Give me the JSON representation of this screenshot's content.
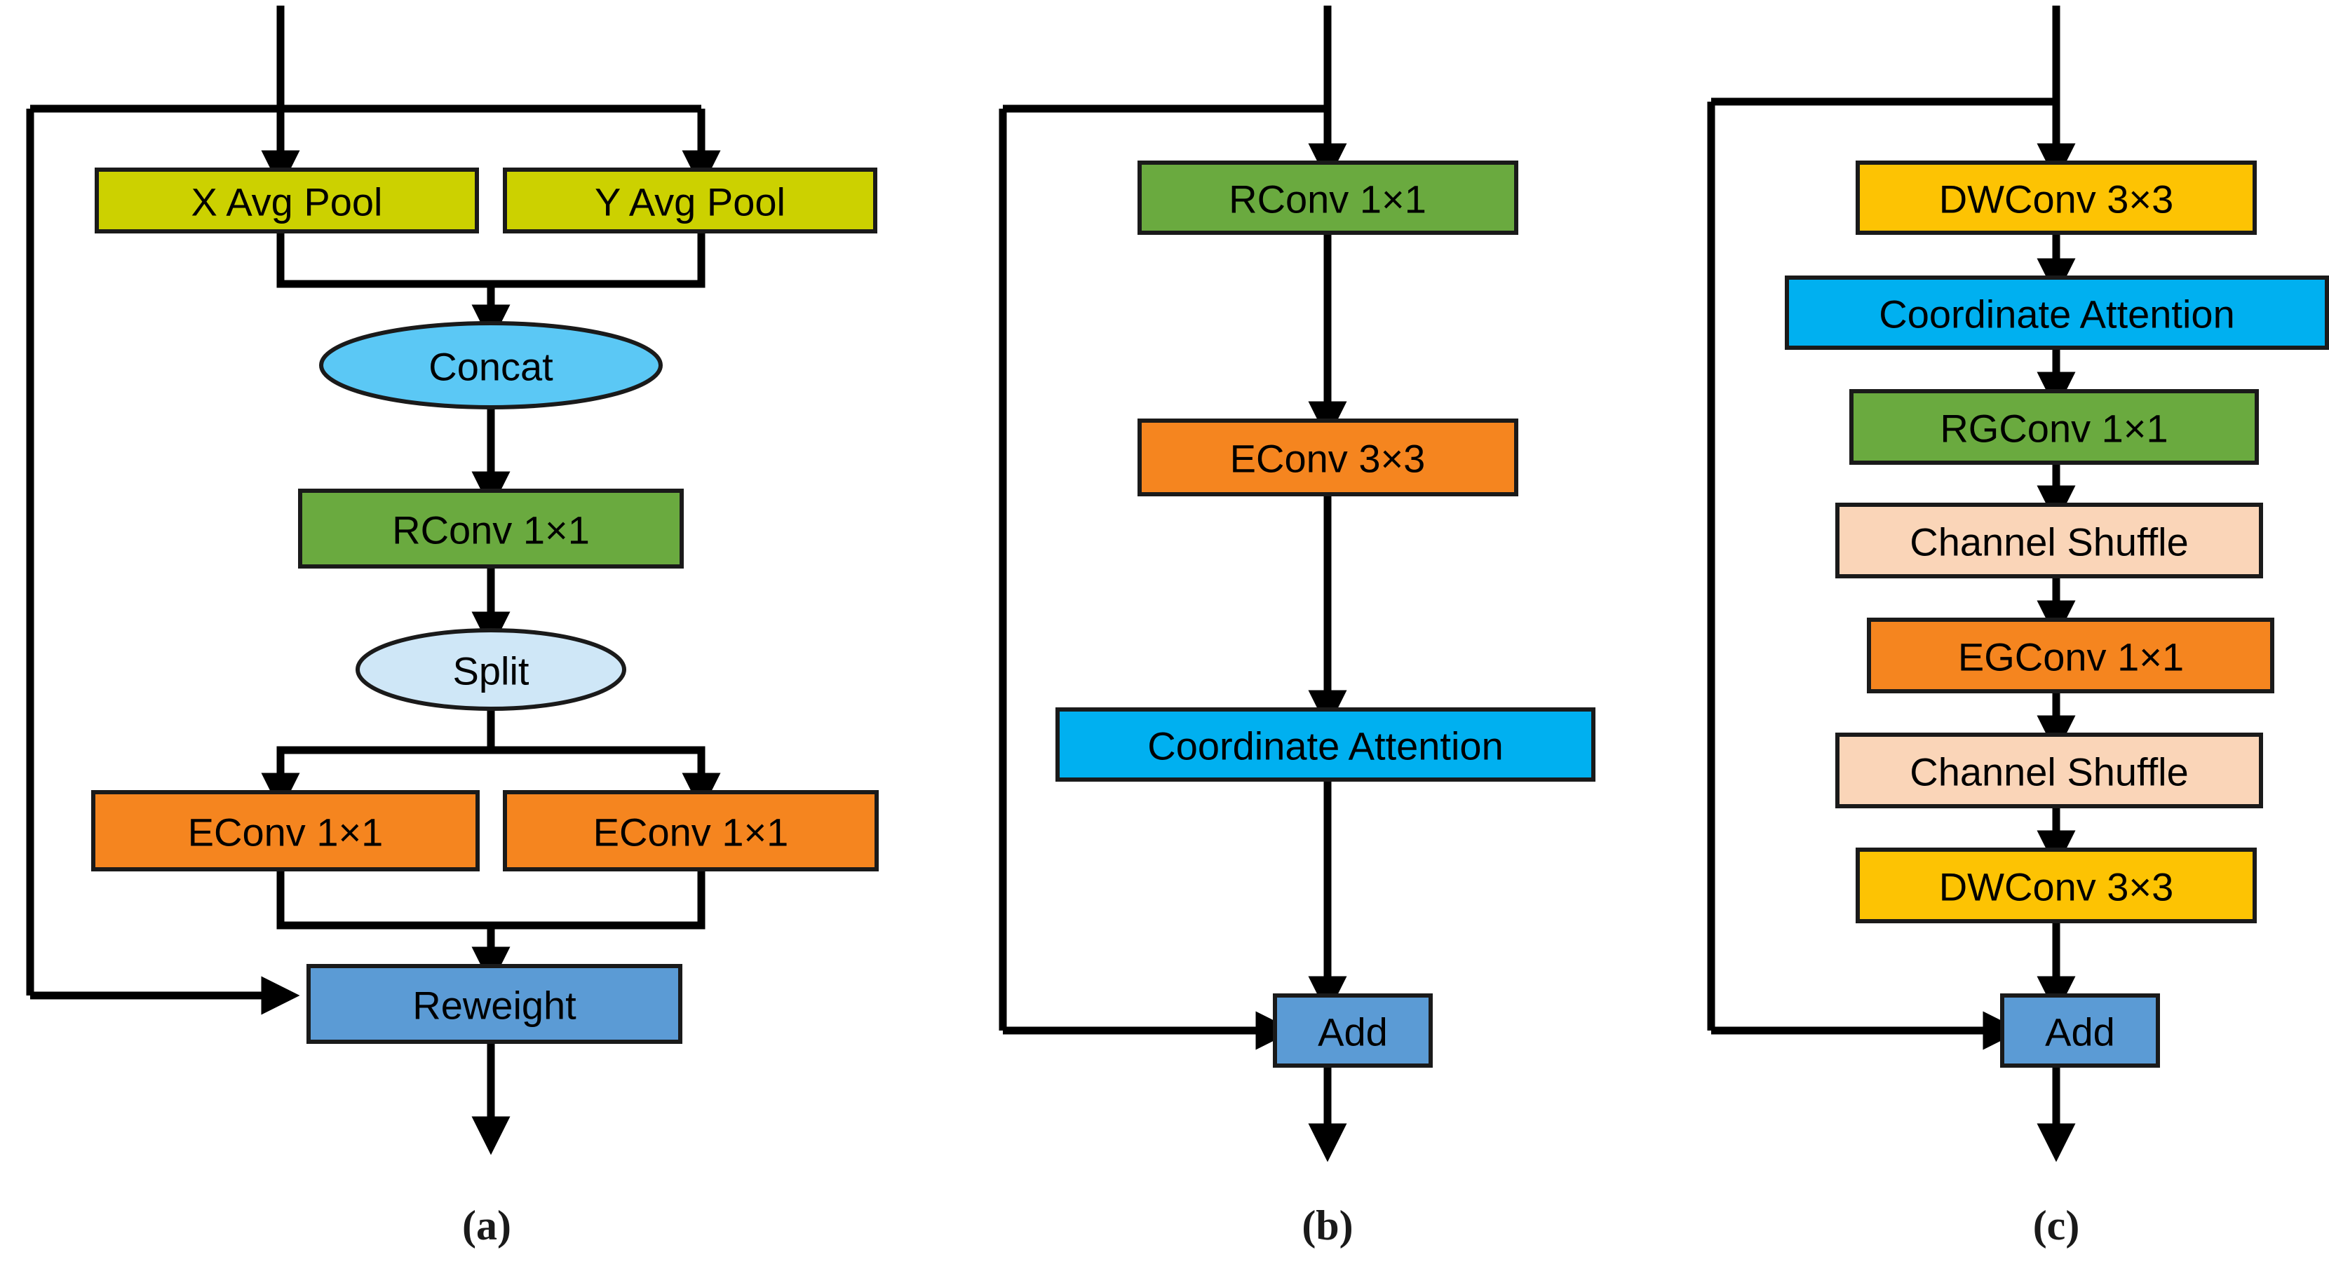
{
  "figure": {
    "type": "diagram",
    "description": "Three neural-network block architecture diagrams shown side by side",
    "background": "#ffffff",
    "panel_labels": [
      "(a)",
      "(b)",
      "(c)"
    ]
  },
  "palette": {
    "olive_yellow": "#ccd100",
    "sky_blue": "#5bc8f5",
    "light_blue": "#cfe7f7",
    "green": "#6aaa3f",
    "orange": "#f5851f",
    "steel_blue": "#5b9bd5",
    "cyan": "#00b0f0",
    "gold": "#fdc303",
    "peach": "#fad5b8",
    "outline": "#1a1a1a",
    "wire": "#000000"
  },
  "panels": [
    {
      "id": "a",
      "label": "(a)",
      "nodes": [
        {
          "id": "a-x-avg-pool",
          "text": "X Avg Pool",
          "shape": "rect",
          "color": "#ccd100"
        },
        {
          "id": "a-y-avg-pool",
          "text": "Y Avg Pool",
          "shape": "rect",
          "color": "#ccd100"
        },
        {
          "id": "a-concat",
          "text": "Concat",
          "shape": "ellipse",
          "color": "#5bc8f5"
        },
        {
          "id": "a-rconv-1x1",
          "text": "RConv 1×1",
          "shape": "rect",
          "color": "#6aaa3f"
        },
        {
          "id": "a-split",
          "text": "Split",
          "shape": "ellipse",
          "color": "#cfe7f7"
        },
        {
          "id": "a-econv-1x1-left",
          "text": "EConv 1×1",
          "shape": "rect",
          "color": "#f5851f"
        },
        {
          "id": "a-econv-1x1-right",
          "text": "EConv 1×1",
          "shape": "rect",
          "color": "#f5851f"
        },
        {
          "id": "a-reweight",
          "text": "Reweight",
          "shape": "rect",
          "color": "#5b9bd5"
        }
      ]
    },
    {
      "id": "b",
      "label": "(b)",
      "nodes": [
        {
          "id": "b-rconv-1x1",
          "text": "RConv 1×1",
          "shape": "rect",
          "color": "#6aaa3f"
        },
        {
          "id": "b-econv-3x3",
          "text": "EConv 3×3",
          "shape": "rect",
          "color": "#f5851f"
        },
        {
          "id": "b-coordinate-attention",
          "text": "Coordinate Attention",
          "shape": "rect",
          "color": "#00b0f0"
        },
        {
          "id": "b-add",
          "text": "Add",
          "shape": "rect",
          "color": "#5b9bd5"
        }
      ]
    },
    {
      "id": "c",
      "label": "(c)",
      "nodes": [
        {
          "id": "c-dwconv-3x3-top",
          "text": "DWConv 3×3",
          "shape": "rect",
          "color": "#fdc303"
        },
        {
          "id": "c-coordinate-attention",
          "text": "Coordinate Attention",
          "shape": "rect",
          "color": "#00b0f0"
        },
        {
          "id": "c-rgconv-1x1",
          "text": "RGConv 1×1",
          "shape": "rect",
          "color": "#6aaa3f"
        },
        {
          "id": "c-channel-shuffle-top",
          "text": "Channel Shuffle",
          "shape": "rect",
          "color": "#fad5b8"
        },
        {
          "id": "c-egconv-1x1",
          "text": "EGConv 1×1",
          "shape": "rect",
          "color": "#f5851f"
        },
        {
          "id": "c-channel-shuffle-bot",
          "text": "Channel Shuffle",
          "shape": "rect",
          "color": "#fad5b8"
        },
        {
          "id": "c-dwconv-3x3-bot",
          "text": "DWConv 3×3",
          "shape": "rect",
          "color": "#fdc303"
        },
        {
          "id": "c-add",
          "text": "Add",
          "shape": "rect",
          "color": "#5b9bd5"
        }
      ]
    }
  ]
}
